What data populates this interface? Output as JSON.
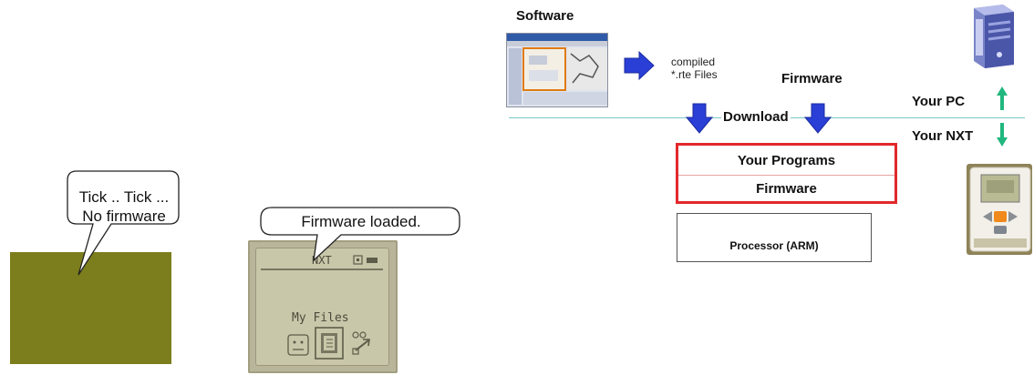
{
  "left_panel": {
    "blank_bubble": {
      "line1": "Tick .. Tick ...",
      "line2": "No firmware"
    },
    "loaded_bubble": {
      "text": "Firmware loaded."
    },
    "nxt_screen": {
      "header": "NXT",
      "menu_title": "My Files"
    }
  },
  "diagram": {
    "software_label": "Software",
    "compiled_line1": "compiled",
    "compiled_line2": "*.rte Files",
    "firmware_label": "Firmware",
    "download_label": "Download",
    "your_pc_label": "Your PC",
    "your_nxt_label": "Your NXT",
    "your_programs_label": "Your Programs",
    "firmware_box_label": "Firmware",
    "processor_label": "Processor (ARM)"
  },
  "colors": {
    "blank_lcd": "#7c7d1c",
    "lcd_loaded": "#c9c7aa",
    "arrow_blue": "#2a3fd6",
    "arrow_green": "#22b77e",
    "highlight_red": "#e2282b",
    "divider": "#77c9c9"
  }
}
